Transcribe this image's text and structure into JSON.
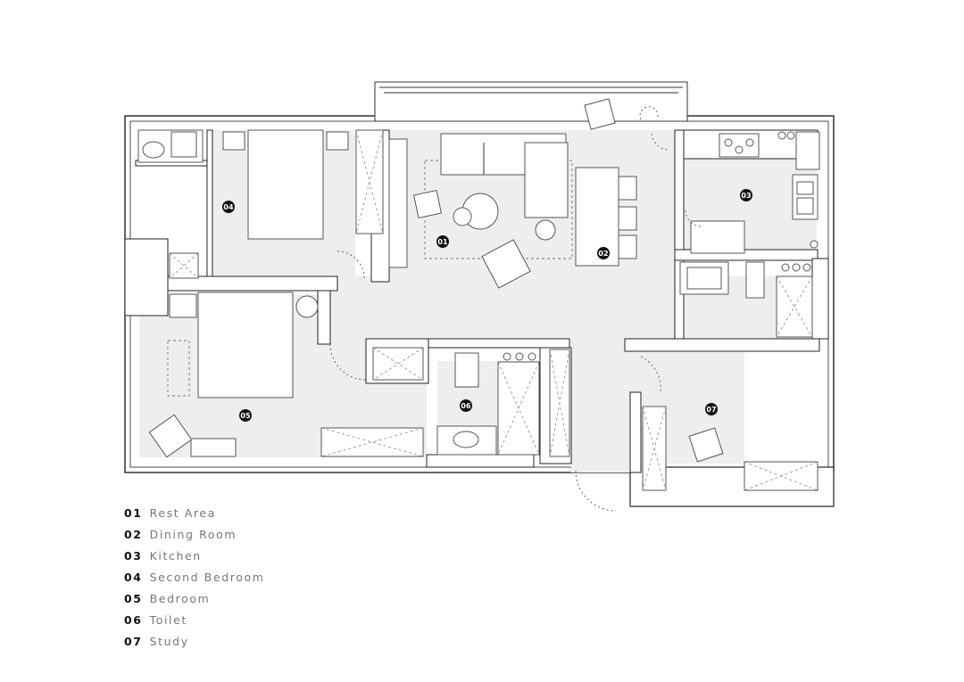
{
  "rooms": [
    {
      "id": "01",
      "name": "Rest Area"
    },
    {
      "id": "02",
      "name": "Dining Room"
    },
    {
      "id": "03",
      "name": "Kitchen"
    },
    {
      "id": "04",
      "name": "Second Bedroom"
    },
    {
      "id": "05",
      "name": "Bedroom"
    },
    {
      "id": "06",
      "name": "Toilet"
    },
    {
      "id": "07",
      "name": "Study"
    }
  ]
}
